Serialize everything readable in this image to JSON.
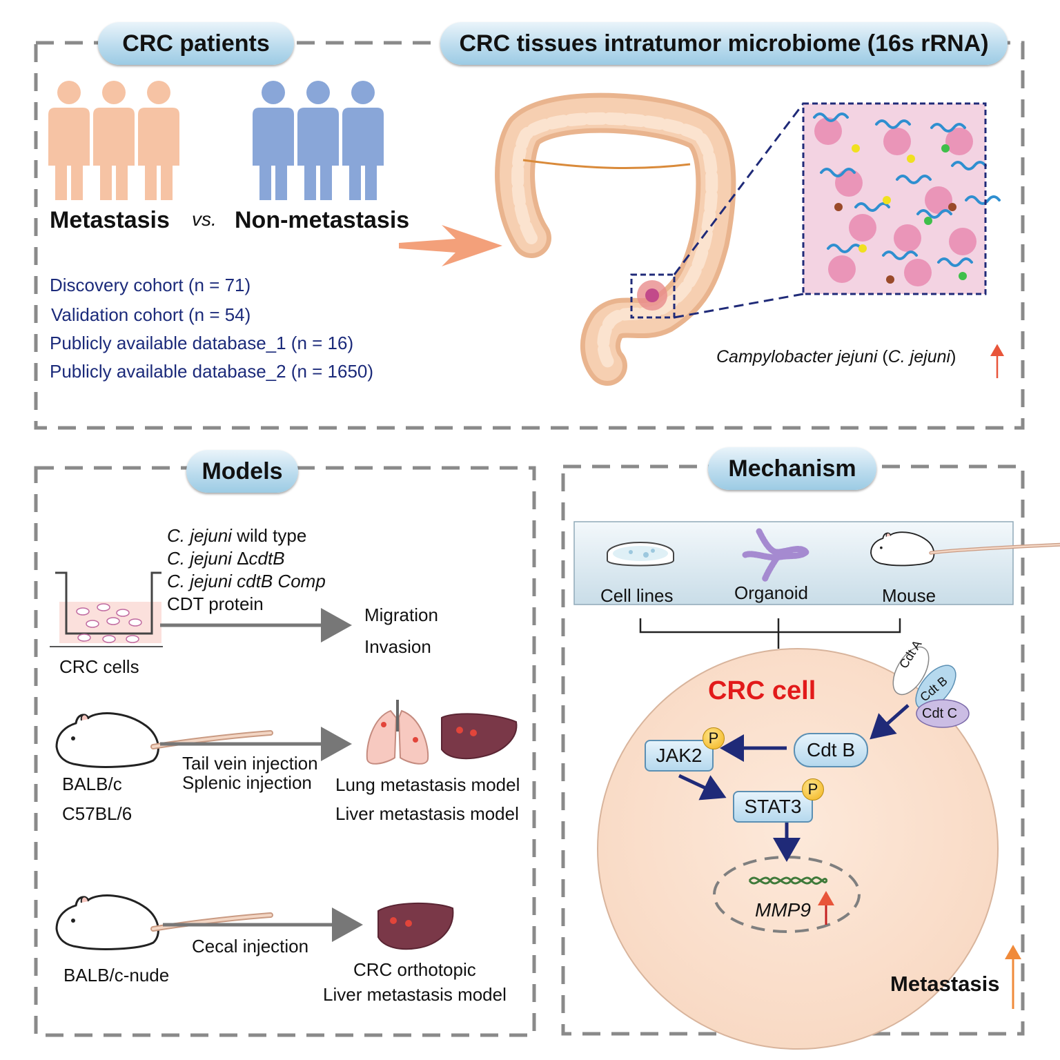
{
  "top": {
    "pill_patients": "CRC patients",
    "pill_microbiome": "CRC tissues intratumor microbiome (16s rRNA)",
    "metastasis": "Metastasis",
    "vs": "vs.",
    "non_metastasis": "Non-metastasis",
    "cohorts": [
      "Discovery cohort (n = 71)",
      "Validation cohort  (n = 54)",
      "Publicly available database_1  (n = 16)",
      "Publicly available database_2  (n = 1650)"
    ],
    "finding_species": "Campylobacter jejuni",
    "finding_abbr": "C. jejuni",
    "finding_open": "(",
    "finding_close": ")"
  },
  "models": {
    "title": "Models",
    "treatments": {
      "cj": "C. jejuni",
      "wild_type": "wild type",
      "delta": "Δ",
      "cdtB": "cdtB",
      "cdtB_comp": "cdtB Comp",
      "cdt_protein": "CDT protein"
    },
    "crc_cells": "CRC cells",
    "migration": "Migration",
    "invasion": "Invasion",
    "balbc": "BALB/c",
    "c57": "C57BL/6",
    "tail_vein": "Tail vein injection",
    "splenic": "Splenic injection",
    "lung_model": "Lung metastasis model",
    "liver_model": "Liver metastasis model",
    "nude": "BALB/c-nude",
    "cecal": "Cecal injection",
    "orthotopic": "CRC orthotopic",
    "orthotopic_liver": "Liver metastasis model"
  },
  "mechanism": {
    "title": "Mechanism",
    "cell_lines": "Cell lines",
    "organoid": "Organoid",
    "mouse": "Mouse",
    "crc_cell": "CRC cell",
    "cdt_a": "Cdt A",
    "cdt_b_small": "Cdt B",
    "cdt_c": "Cdt C",
    "cdt_b": "Cdt B",
    "jak2": "JAK2",
    "stat3": "STAT3",
    "p": "P",
    "mmp9": "MMP9",
    "metastasis": "Metastasis"
  },
  "colors": {
    "salmon_people": "#f6c3a4",
    "blue_people": "#89a6d8",
    "cohort_text": "#1b2a7a",
    "crc_cell_text": "#e21a1a",
    "arrow_navy": "#1f2a78",
    "arrow_salmon": "#f3a07a",
    "up_arrow_red": "#e8553a",
    "cell_fill": "#fbe1cf",
    "dashed_border": "#8a8a8a"
  }
}
